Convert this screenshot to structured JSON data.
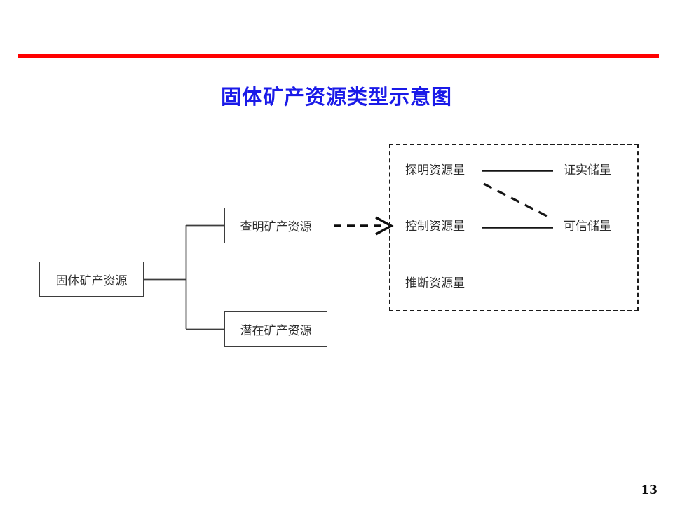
{
  "slide": {
    "page_number": "13",
    "title": "固体矿产资源类型示意图",
    "accent_rule_color": "#ff0000",
    "title_color": "#1a1ae8"
  },
  "diagram": {
    "nodes": [
      {
        "id": "root",
        "label": "固体矿产资源"
      },
      {
        "id": "known",
        "label": "查明矿产资源"
      },
      {
        "id": "potential",
        "label": "潜在矿产资源"
      }
    ],
    "group": {
      "border_style": "dashed",
      "rows": [
        {
          "left_label": "探明资源量",
          "right_label": "证实储量",
          "connector": "solid"
        },
        {
          "left_label": "控制资源量",
          "right_label": "可信储量",
          "connector": "solid"
        },
        {
          "left_label": "推断资源量",
          "right_label": "",
          "connector": "none"
        }
      ],
      "cross_connector": "dashed-diagonal"
    },
    "edges": [
      {
        "from": "root",
        "to": "known",
        "style": "solid"
      },
      {
        "from": "root",
        "to": "potential",
        "style": "solid"
      },
      {
        "from": "known",
        "to": "group",
        "style": "dashed-arrow"
      }
    ]
  }
}
